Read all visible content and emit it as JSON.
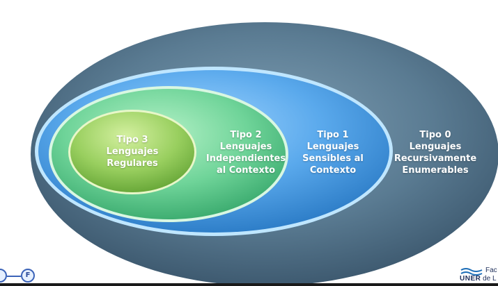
{
  "diagram": {
    "tipo0": {
      "line1": "Tipo 0",
      "line2": "Lenguajes",
      "line3": "Recursivamente",
      "line4": "Enumerables"
    },
    "tipo1": {
      "line1": "Tipo 1",
      "line2": "Lenguajes",
      "line3": "Sensibles al",
      "line4": "Contexto"
    },
    "tipo2": {
      "line1": "Tipo 2",
      "line2": "Lenguajes",
      "line3": "Independientes",
      "line4": "al Contexto"
    },
    "tipo3": {
      "line1": "Tipo 3",
      "line2": "Lenguajes",
      "line3": "Regulares"
    }
  },
  "nav": {
    "f_label": "F"
  },
  "logo": {
    "line1": "Fac",
    "acronym": "UNER",
    "line2": "de L"
  },
  "colors": {
    "outer": "#4a6a82",
    "level1": "#3f8fd9",
    "level2": "#66d08f",
    "level3": "#8ccb55"
  }
}
